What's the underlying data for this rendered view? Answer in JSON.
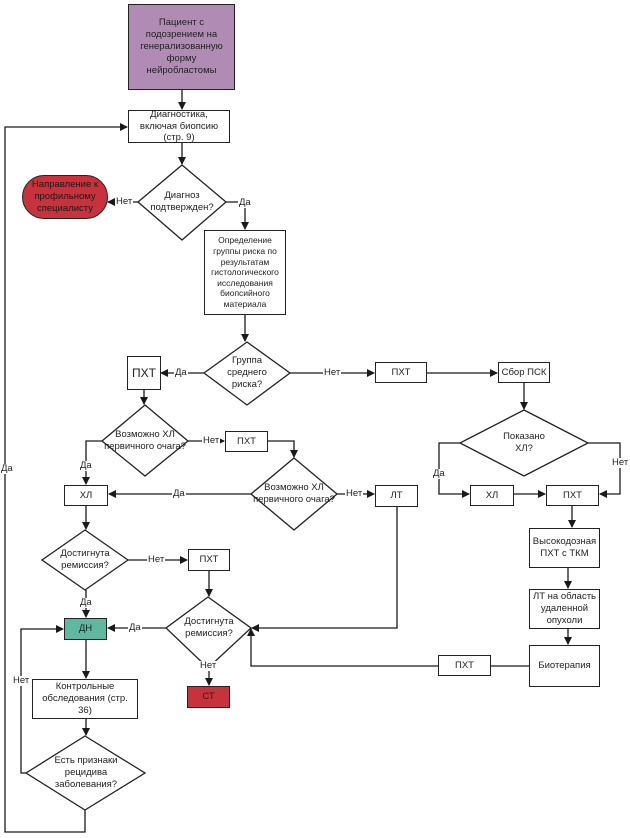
{
  "colors": {
    "start": "#b08cb5",
    "terminal_red": "#c8323c",
    "dn_green": "#5fb8a0",
    "line": "#1a1a1a"
  },
  "nodes": {
    "start": "Пациент с подозрением на генерализованную форму нейробластомы",
    "diagnostics": "Диагностика, включая биопсию (стр. 9)",
    "diag_confirmed": "Диагноз подтвержден?",
    "referral": "Направление к профильному специалисту",
    "risk_group_def": "Определение группы риска по результатам гистологического исследования биопсийного материала",
    "medium_risk": "Группа среднего риска?",
    "pcht_left": "ПХТ",
    "pcht_mid": "ПХТ",
    "psk": "Сбор ПСК",
    "xl_possible_1": "Возможно ХЛ первичного очага?",
    "pcht_2": "ПХТ",
    "xl_possible_2": "Возможно ХЛ первичного очага?",
    "xl_left": "ХЛ",
    "lt_mid": "ЛТ",
    "xl_indicated": "Показано ХЛ?",
    "xl_right": "ХЛ",
    "pcht_right": "ПХТ",
    "remission_1": "Достигнута ремиссия?",
    "pcht_3": "ПХТ",
    "high_dose": "Высокодозная ПХТ с ТКМ",
    "lt_area": "ЛТ на область удаленной опухоли",
    "dn": "ДН",
    "remission_2": "Достигнута ремиссия?",
    "biotherapy": "Биотерапия",
    "pcht_bottom": "ПХТ",
    "st": "СТ",
    "control": "Контрольные обследования (стр. 36)",
    "relapse": "Есть признаки рецидива заболевания?"
  },
  "labels": {
    "yes": "Да",
    "no": "Нет"
  }
}
